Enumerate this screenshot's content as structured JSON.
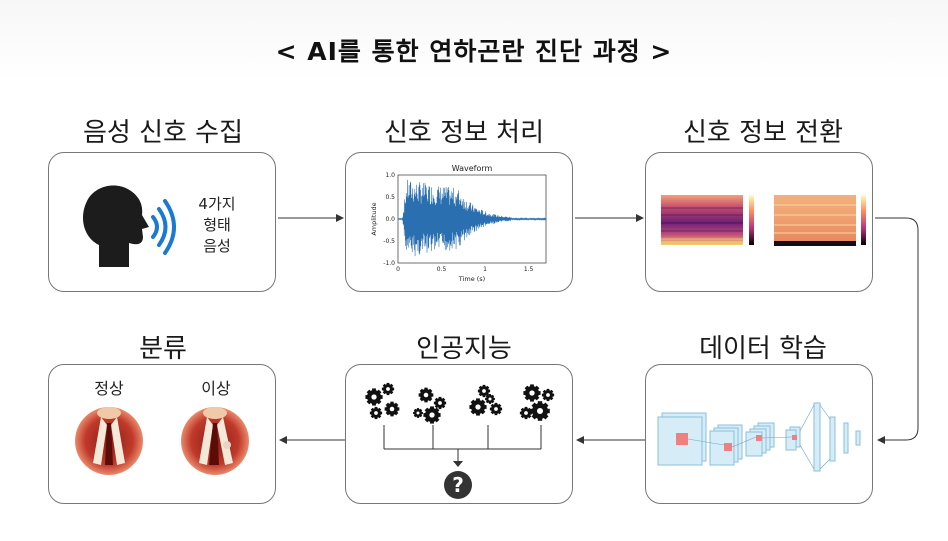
{
  "title": "< AI를 통한 연하곤란 진단 과정 >",
  "steps": {
    "collect": {
      "label": "음성 신호 수집",
      "text": [
        "4가지",
        "형태",
        "음성"
      ]
    },
    "process": {
      "label": "신호 정보 처리",
      "plot_title": "Waveform",
      "ylabel": "Amplitude",
      "xlabel": "Time (s)"
    },
    "convert": {
      "label": "신호 정보 전환"
    },
    "train": {
      "label": "데이터 학습"
    },
    "ai": {
      "label": "인공지능"
    },
    "classify": {
      "label": "분류",
      "normal": "정상",
      "abnormal": "이상"
    }
  },
  "chart_data": {
    "type": "line",
    "title": "Waveform",
    "xlabel": "Time (s)",
    "ylabel": "Amplitude",
    "xlim": [
      0,
      1.7
    ],
    "ylim": [
      -1.0,
      1.0
    ],
    "xticks": [
      "0",
      "0.5",
      "1",
      "1.5"
    ],
    "yticks": [
      "1.0",
      "0.5",
      "0.0",
      "-0.5",
      "-1.0"
    ]
  }
}
